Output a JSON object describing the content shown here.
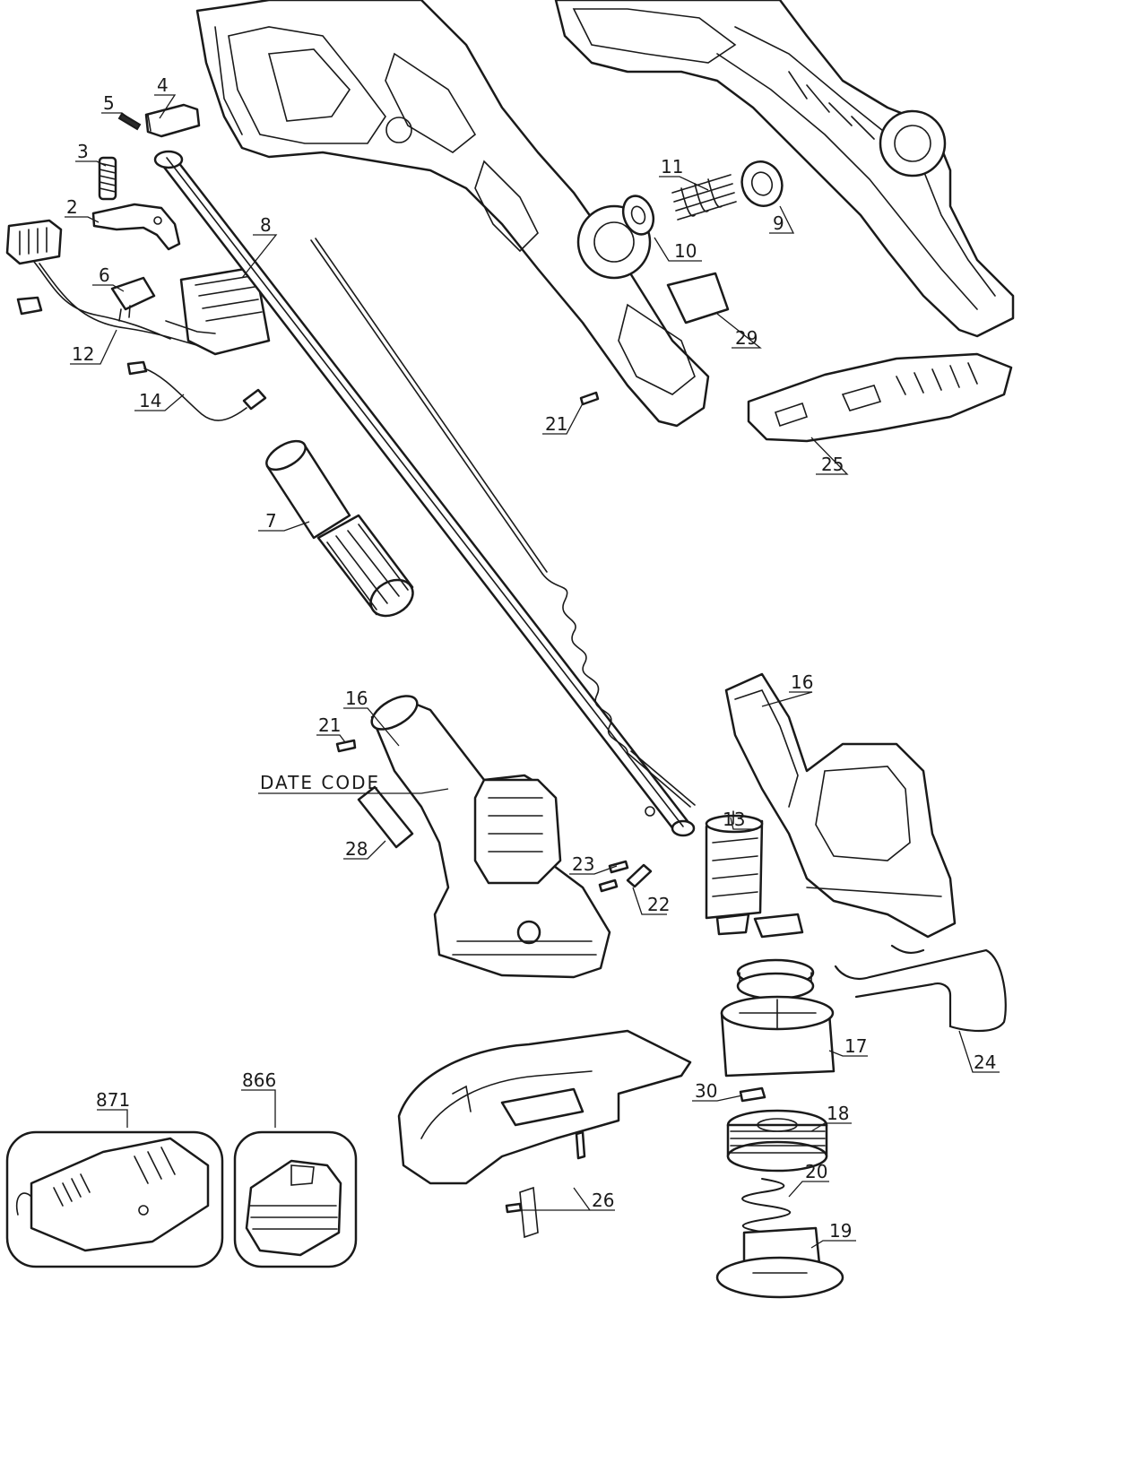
{
  "diagram": {
    "callouts": [
      {
        "id": "c2",
        "label": "2"
      },
      {
        "id": "c3",
        "label": "3"
      },
      {
        "id": "c4",
        "label": "4"
      },
      {
        "id": "c5",
        "label": "5"
      },
      {
        "id": "c6",
        "label": "6"
      },
      {
        "id": "c7",
        "label": "7"
      },
      {
        "id": "c8",
        "label": "8"
      },
      {
        "id": "c9",
        "label": "9"
      },
      {
        "id": "c10",
        "label": "10"
      },
      {
        "id": "c11",
        "label": "11"
      },
      {
        "id": "c12",
        "label": "12"
      },
      {
        "id": "c13",
        "label": "13"
      },
      {
        "id": "c14",
        "label": "14"
      },
      {
        "id": "c16a",
        "label": "16"
      },
      {
        "id": "c16b",
        "label": "16"
      },
      {
        "id": "c17",
        "label": "17"
      },
      {
        "id": "c18",
        "label": "18"
      },
      {
        "id": "c19",
        "label": "19"
      },
      {
        "id": "c20",
        "label": "20"
      },
      {
        "id": "c21a",
        "label": "21"
      },
      {
        "id": "c21b",
        "label": "21"
      },
      {
        "id": "c22",
        "label": "22"
      },
      {
        "id": "c23",
        "label": "23"
      },
      {
        "id": "c24",
        "label": "24"
      },
      {
        "id": "c25",
        "label": "25"
      },
      {
        "id": "c26",
        "label": "26"
      },
      {
        "id": "c28",
        "label": "28"
      },
      {
        "id": "c29",
        "label": "29"
      },
      {
        "id": "c30",
        "label": "30"
      },
      {
        "id": "c866",
        "label": "866"
      },
      {
        "id": "c871",
        "label": "871"
      }
    ],
    "date_code_label": "DATE CODE"
  }
}
